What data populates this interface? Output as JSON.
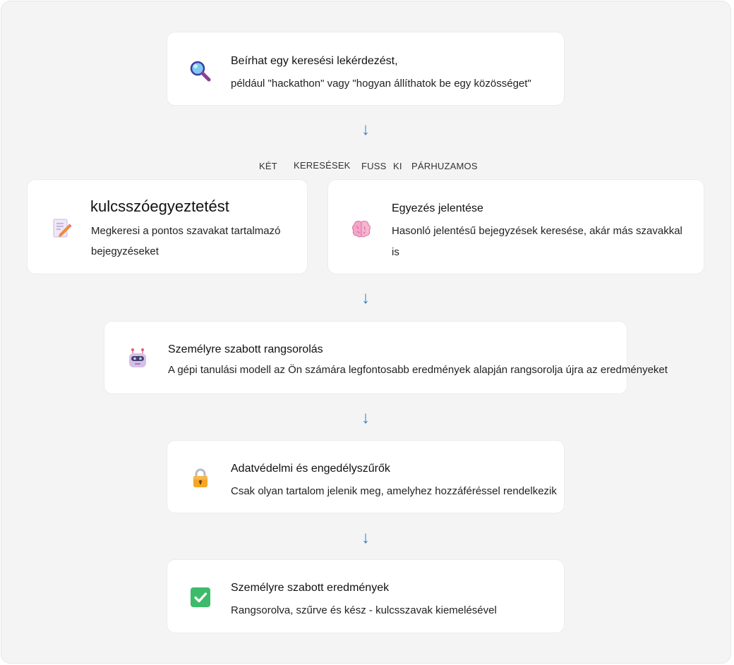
{
  "steps": {
    "query": {
      "icon": "magnifier-icon",
      "title": "Beírhat egy keresési lekérdezést,",
      "description": "például \"hackathon\" vagy \"hogyan állíthatok be egy közösséget\""
    },
    "parallel_banner": [
      "KÉT",
      "KERESÉSEK",
      "FUSS",
      "KI",
      "PÁRHUZAMOS"
    ],
    "keyword": {
      "icon": "document-pencil-icon",
      "title": "kulcsszóegyeztetést",
      "description_line1": "Megkeresi a pontos szavakat tartalmazó",
      "description_line2": "bejegyzéseket"
    },
    "semantic": {
      "icon": "brain-icon",
      "title": "Egyezés jelentése",
      "description_line1": "Hasonló jelentésű bejegyzések keresése, akár más szavakkal",
      "description_line2": "is"
    },
    "ranking": {
      "icon": "robot-icon",
      "title": "Személyre szabott rangsorolás",
      "description": "A gépi tanulási modell az Ön számára legfontosabb eredmények alapján rangsorolja újra az eredményeket"
    },
    "privacy": {
      "icon": "lock-icon",
      "title": "Adatvédelmi és engedélyszűrők",
      "description": "Csak olyan tartalom jelenik meg, amelyhez hozzáféréssel rendelkezik"
    },
    "results": {
      "icon": "checkmark-icon",
      "title": "Személyre szabott eredmények",
      "description": "Rangsorolva, szűrve és kész - kulcsszavak kiemelésével"
    }
  },
  "arrow_glyph": "↓",
  "colors": {
    "arrow": "#2a7fd4",
    "background": "#f4f4f4",
    "card": "#ffffff"
  }
}
